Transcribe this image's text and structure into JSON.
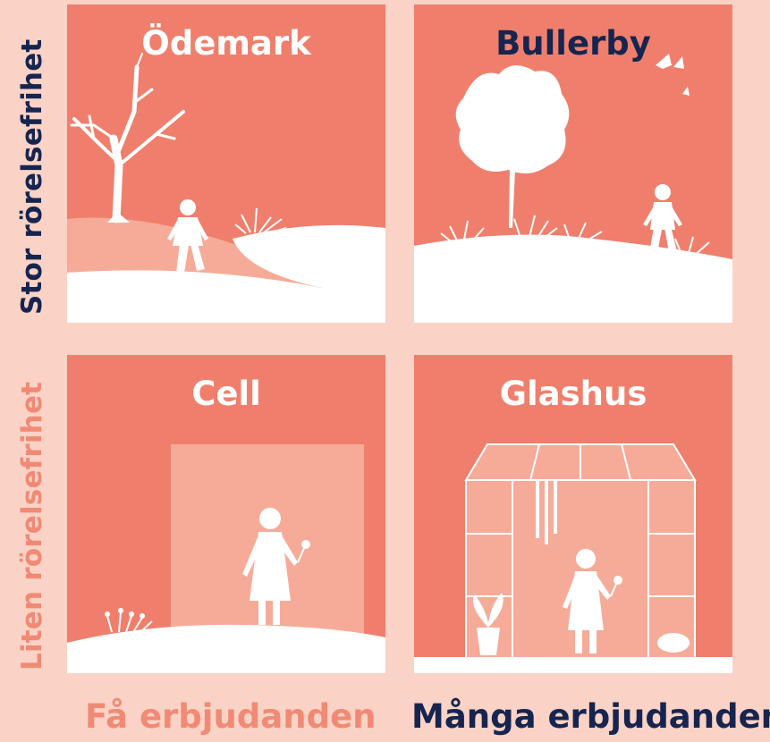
{
  "axes": {
    "y_top": "Stor rörelsefrihet",
    "y_bottom": "Liten rörelsefrihet",
    "x_left": "Få erbjudanden",
    "x_right": "Många erbjudanden"
  },
  "quadrants": [
    {
      "title": "Ödemark"
    },
    {
      "title": "Bullerby"
    },
    {
      "title": "Cell"
    },
    {
      "title": "Glashus"
    }
  ],
  "colors": {
    "page_bg": "#fbd2c6",
    "panel_bg": "#ef7f6c",
    "light_fill": "#f6ab98",
    "white": "#ffffff",
    "navy": "#16254f",
    "salmon_text": "#f08a75"
  }
}
